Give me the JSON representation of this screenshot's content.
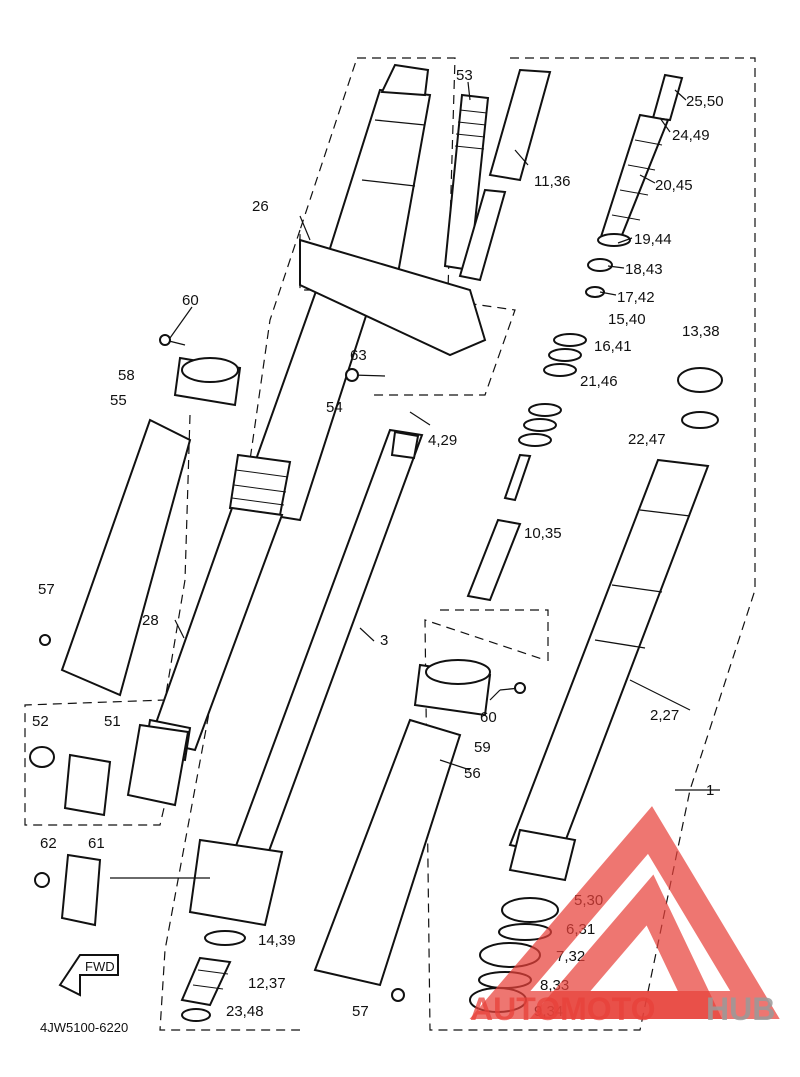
{
  "diagram": {
    "code": "4JW5100-6220",
    "fwd_label": "FWD",
    "callouts": [
      "53",
      "11,36",
      "25,50",
      "24,49",
      "20,45",
      "19,44",
      "18,43",
      "17,42",
      "15,40",
      "16,41",
      "21,46",
      "13,38",
      "22,47",
      "26",
      "60",
      "63",
      "58",
      "54",
      "55",
      "4,29",
      "10,35",
      "57",
      "28",
      "3",
      "60",
      "59",
      "2,27",
      "52",
      "51",
      "56",
      "1",
      "62",
      "61",
      "5,30",
      "6,31",
      "14,39",
      "7,32",
      "12,37",
      "8,33",
      "23,48",
      "57",
      "9,34"
    ]
  },
  "watermark": {
    "brand_red": "AUTOMOTO",
    "brand_grey": "HUB",
    "color_red": "#e8413a",
    "color_grey": "#9a9a9a"
  }
}
